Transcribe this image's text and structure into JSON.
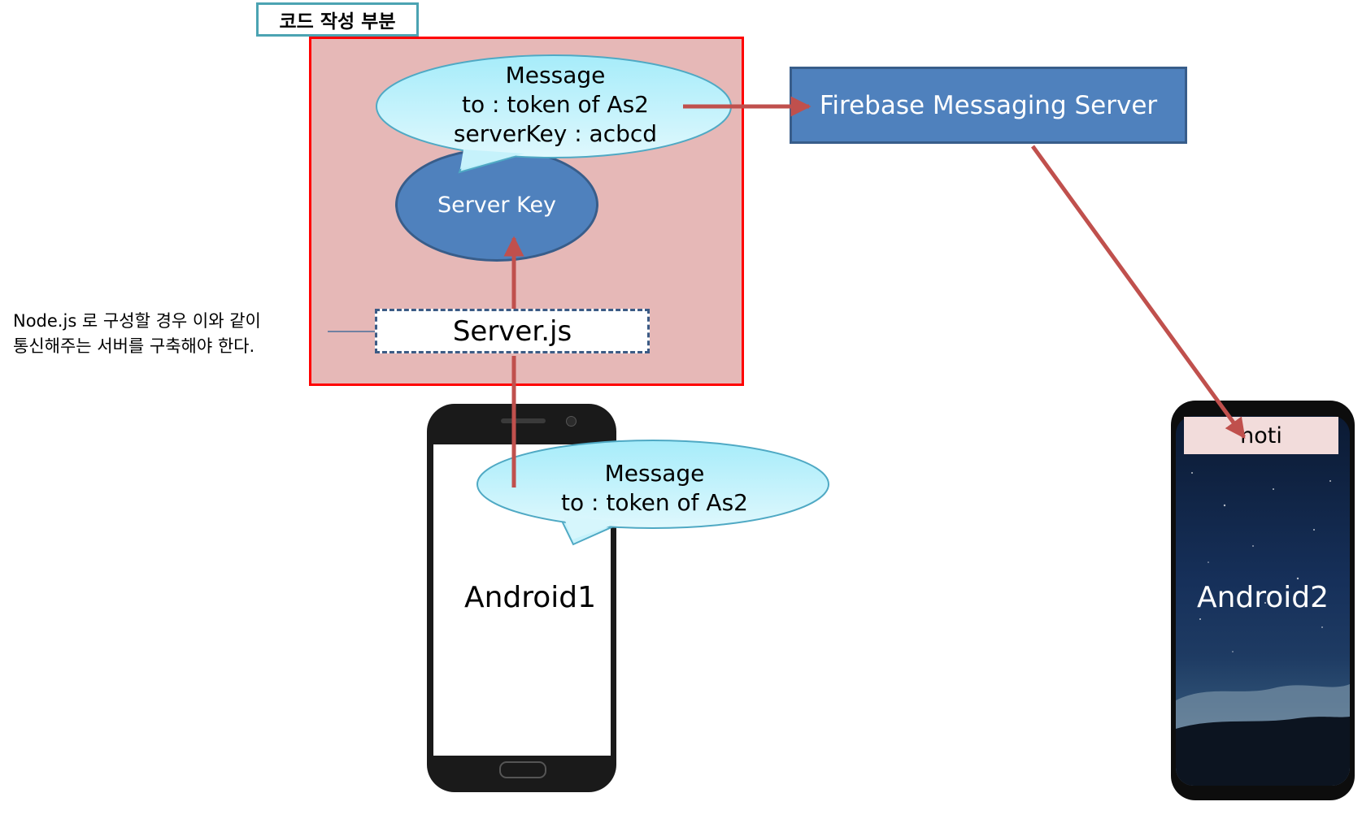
{
  "code_label": "코드 작성 부분",
  "firebase": "Firebase Messaging Server",
  "server_key": "Server Key",
  "server_js": "Server.js",
  "note": [
    "Node.js 로 구성할 경우 이와 같이",
    "통신해주는 서버를 구축해야 한다."
  ],
  "top_message": [
    "Message",
    "to : token of As2",
    "serverKey : acbcd"
  ],
  "bottom_message": [
    "Message",
    "to : token of As2"
  ],
  "android1": "Android1",
  "android2": "Android2",
  "noti": "noti",
  "colors": {
    "region_fill": "#e6b8b7",
    "region_border": "#ff0000",
    "box_blue": "#4f81bd",
    "bubble_fill": "#bfeff8",
    "arrow": "#c0504d"
  }
}
